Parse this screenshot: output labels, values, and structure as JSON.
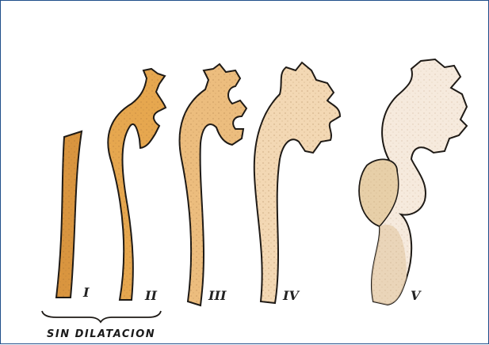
{
  "stages": [
    {
      "label": "I",
      "color": "#d9953f"
    },
    {
      "label": "II",
      "color": "#e6a74f"
    },
    {
      "label": "III",
      "color": "#ecbd7e"
    },
    {
      "label": "IV",
      "color": "#f3d8b4"
    },
    {
      "label": "V",
      "color": "#f6eadd"
    }
  ],
  "caption": "SIN DILATACION",
  "colors": {
    "frame": "#1f4e8a",
    "outline": "#1e1a16",
    "speckle": "#8a5a2a"
  }
}
